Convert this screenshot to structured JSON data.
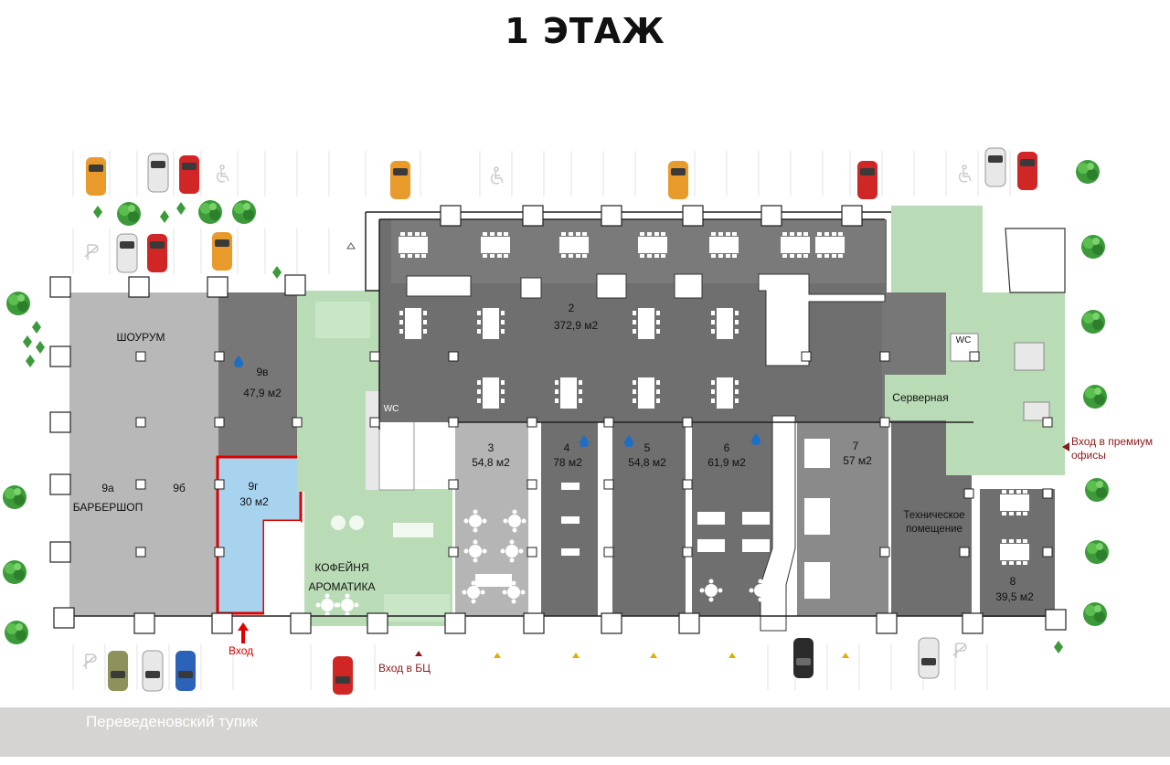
{
  "title": "1 ЭТАЖ",
  "street": "Переведеновский тупик",
  "entrances": {
    "main": "Вход",
    "bc": "Вход в БЦ",
    "premium": "Вход в премиум офисы"
  },
  "rooms": {
    "showroom": {
      "label": "ШОУРУМ"
    },
    "r9v": {
      "num": "9в",
      "area": "47,9 м2"
    },
    "r9a": {
      "num": "9а",
      "name": "БАРБЕРШОП"
    },
    "r9b": {
      "num": "9б"
    },
    "r9g": {
      "num": "9г",
      "area": "30 м2",
      "highlighted": true
    },
    "cafe": {
      "name_line1": "КОФЕЙНЯ",
      "name_line2": "АРОМАТИКА"
    },
    "wc1": {
      "label": "WC"
    },
    "wc2": {
      "label": "WC"
    },
    "r2": {
      "num": "2",
      "area": "372,9 м2"
    },
    "r3": {
      "num": "3",
      "area": "54,8 м2"
    },
    "r4": {
      "num": "4",
      "area": "78 м2"
    },
    "r5": {
      "num": "5",
      "area": "54,8 м2"
    },
    "r6": {
      "num": "6",
      "area": "61,9 м2"
    },
    "r7": {
      "num": "7",
      "area": "57 м2"
    },
    "r8": {
      "num": "8",
      "area": "39,5 м2"
    },
    "server": {
      "label": "Серверная"
    },
    "tech": {
      "line1": "Техническое",
      "line2": "помещение"
    }
  },
  "colors": {
    "office_dark": "#6f6f6f",
    "office_mid": "#8c8c8c",
    "office_light": "#b9b9b9",
    "green": "#b9dcb6",
    "highlight_fill": "#a8d3ef",
    "highlight_stroke": "#e10000",
    "entry_text": "#8b1a1a",
    "street": "#d6d4d2"
  },
  "icons": [
    "car-icon",
    "accessible-parking-icon",
    "tree-icon",
    "water-drop-icon",
    "entrance-arrow-icon",
    "no-parking-icon"
  ]
}
